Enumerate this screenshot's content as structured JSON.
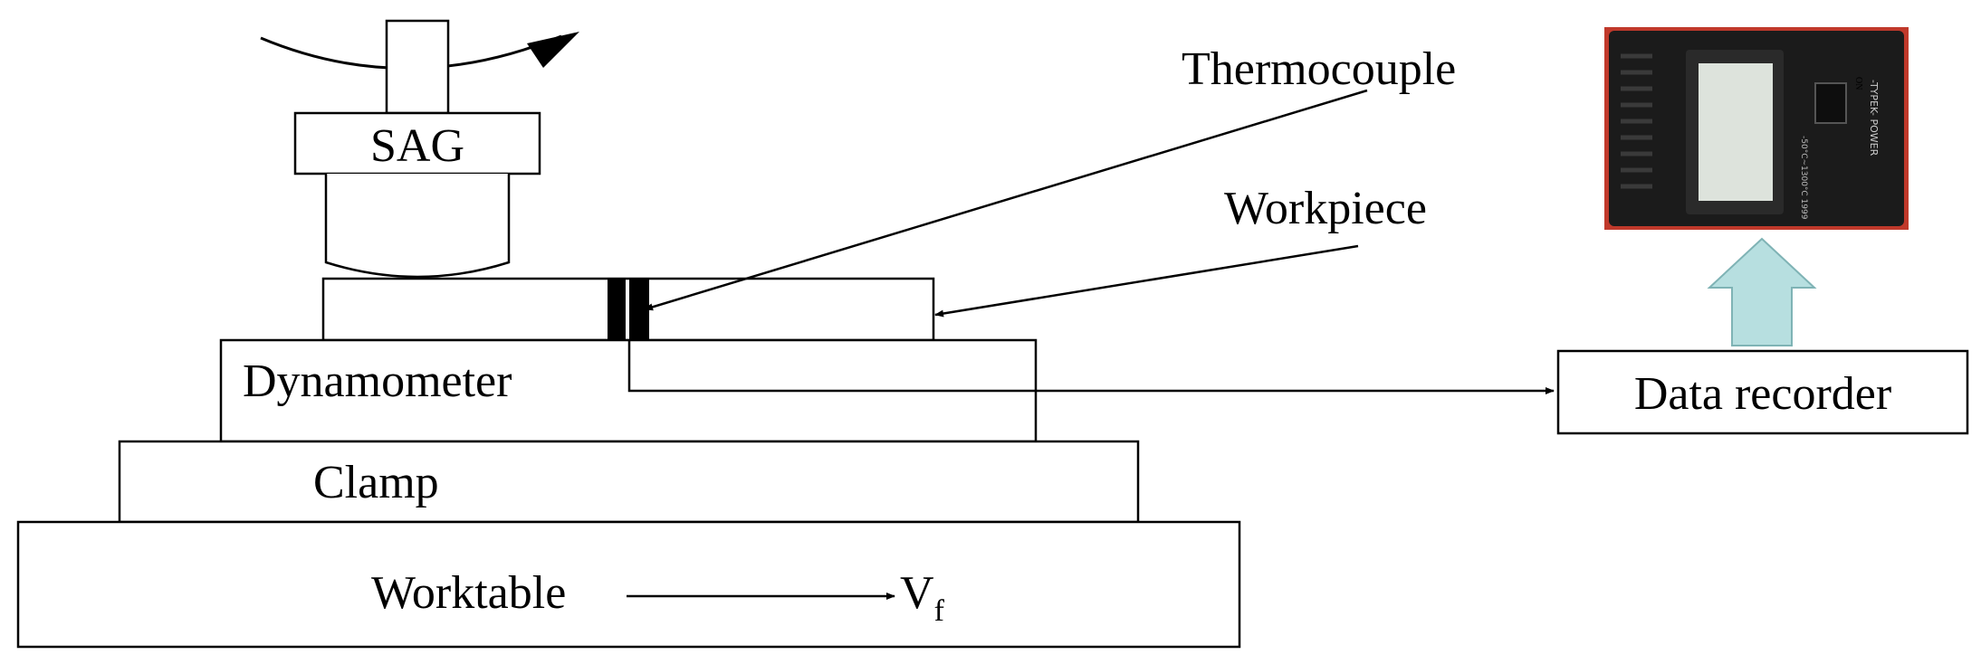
{
  "labels": {
    "sag": "SAG",
    "thermocouple": "Thermocouple",
    "workpiece": "Workpiece",
    "dynamometer": "Dynamometer",
    "clamp": "Clamp",
    "worktable": "Worktable",
    "data_recorder": "Data recorder",
    "feed_symbol": "V",
    "feed_subscript": "f"
  },
  "device_photo": {
    "side_text_1": "-TYPEK- POWER",
    "side_text_2": "-50°C~1300°C  1999",
    "switch_label": "ON"
  },
  "colors": {
    "line": "#000000",
    "transfer_arrow_fill": "#b7dfe0",
    "transfer_arrow_stroke": "#7fb3b5",
    "photo_frame": "#c0392b",
    "device_body": "#1b1b1b",
    "device_screen": "#dde3dc"
  }
}
